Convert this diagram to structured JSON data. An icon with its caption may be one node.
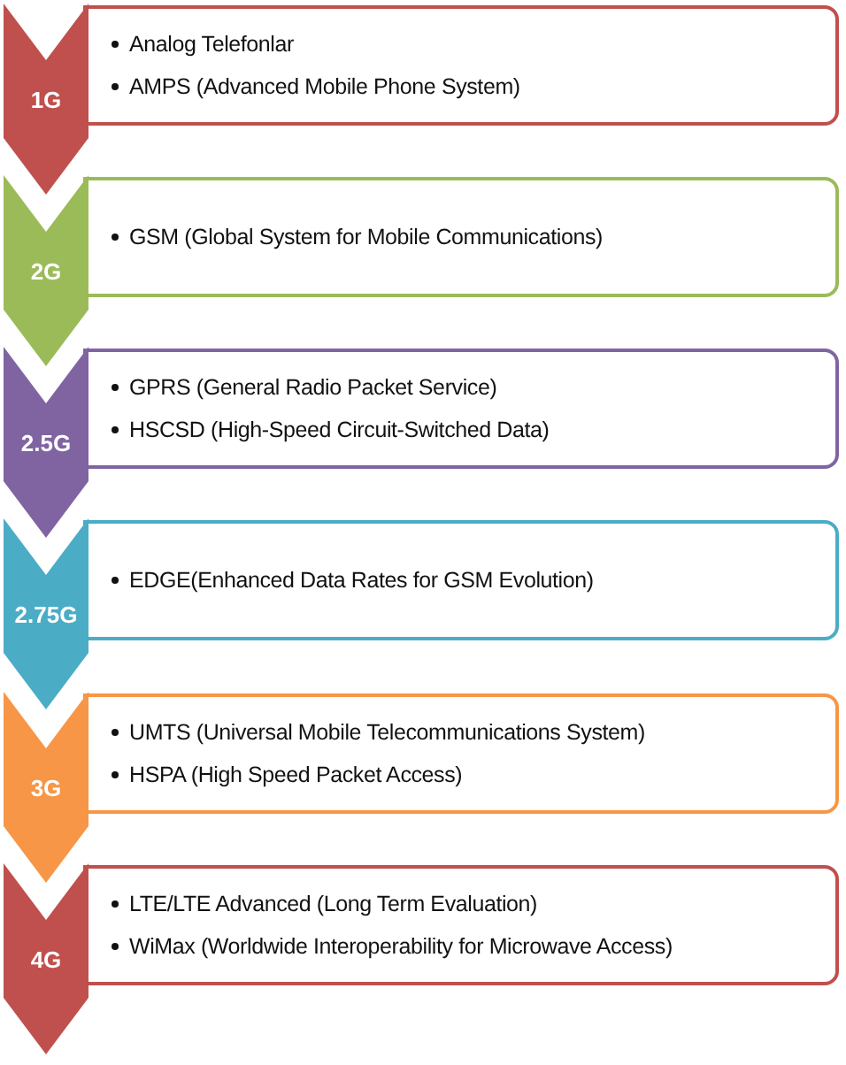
{
  "diagram": {
    "nodes": [
      {
        "text": [
          "1G"
        ]
      },
      {
        "text": [
          "Analog  Telefonlar",
          "AMPS (Advanced Mobile Phone System)"
        ]
      },
      {
        "text": [
          "2G"
        ]
      },
      {
        "text": [
          "GSM (Global System for Mobile Communications)"
        ]
      },
      {
        "text": [
          "2.5G"
        ]
      },
      {
        "text": [
          "GPRS (General Radio Packet Service)",
          "HSCSD (High-Speed Circuit-Switched Data)"
        ]
      },
      {
        "text": [
          "2.75G"
        ]
      },
      {
        "text": [
          "EDGE(Enhanced Data Rates for GSM Evolution)"
        ]
      },
      {
        "text": [
          "3G"
        ]
      },
      {
        "text": [
          "UMTS (Universal Mobile Telecommunications System)",
          "HSPA (High Speed Packet Access)"
        ]
      },
      {
        "text": [
          "4G"
        ]
      },
      {
        "text": [
          "LTE/LTE Advanced (Long Term Evaluation)",
          "WiMax (Worldwide Interoperability for Microwave Access)"
        ]
      }
    ]
  }
}
